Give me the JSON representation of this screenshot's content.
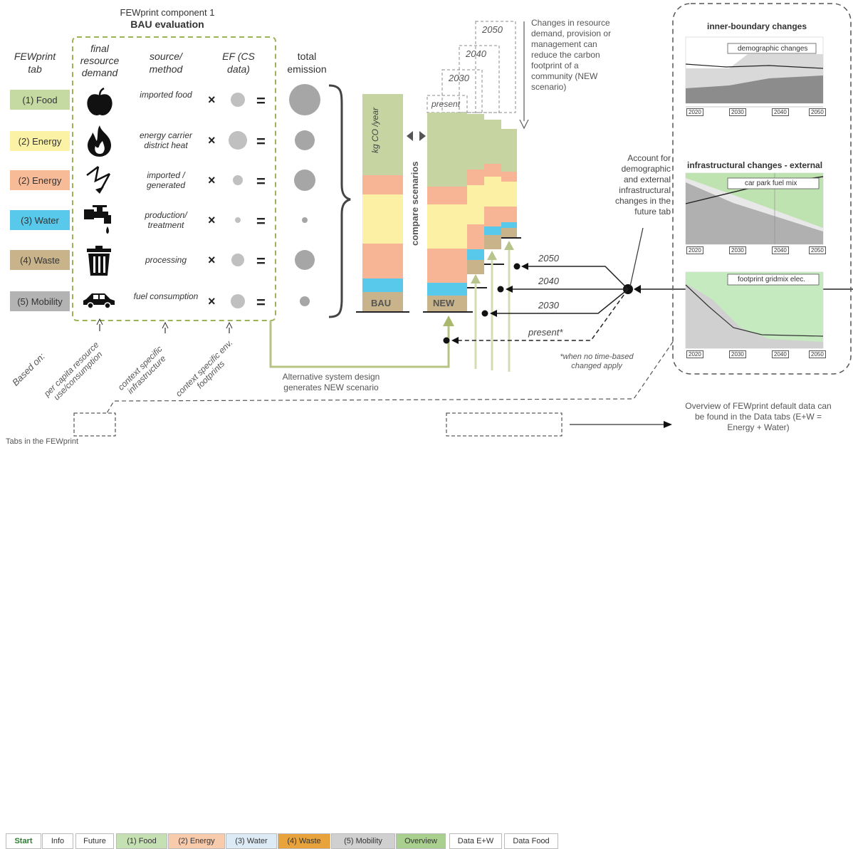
{
  "header": {
    "component": "FEWprint component 1",
    "bau": "BAU evaluation"
  },
  "columns": {
    "tab": "FEWprint tab",
    "demand": "final resource demand",
    "source": "source/ method",
    "ef": "EF (CS data)",
    "total": "total emission"
  },
  "rows": [
    {
      "tab": "(1) Food",
      "source": "imported food",
      "color": "#c5d9a3",
      "icon": "apple-icon"
    },
    {
      "tab": "(2) Energy",
      "source": "energy carrier district heat",
      "color": "#fbf2a6",
      "icon": "flame-icon"
    },
    {
      "tab": "(2) Energy",
      "source": "imported / generated",
      "color": "#f8bb98",
      "icon": "lightning-icon"
    },
    {
      "tab": "(3) Water",
      "source": "production/ treatment",
      "color": "#58c9ea",
      "icon": "faucet-icon"
    },
    {
      "tab": "(4) Waste",
      "source": "processing",
      "color": "#c9b38a",
      "icon": "trash-icon"
    },
    {
      "tab": "(5) Mobility",
      "source": "fuel consumption",
      "color": "#b3b3b3",
      "icon": "car-icon"
    }
  ],
  "operators": {
    "times": "×",
    "equals": "="
  },
  "based_on": {
    "label": "Based on:",
    "a": "per capita resource use/consumption",
    "b": "context specific infrastructure",
    "c": "context specific env. footprints"
  },
  "stack": {
    "ylabel": "kg CO /year",
    "compare": "compare scenarios",
    "bau": "BAU",
    "new": "NEW",
    "present": "present",
    "y2030": "2030",
    "y2040": "2040",
    "y2050": "2050",
    "present_star": "present*",
    "note": "*when no time-based changed apply"
  },
  "texts": {
    "changes": "Changes in resource demand, provision or management can reduce the carbon footprint of a community (NEW scenario)",
    "alt": "Alternative system design generates NEW scenario",
    "account": "Account for demographic and external infrastructural changes in the future tab",
    "overview": "Overview of FEWprint default data can be found in the Data tabs (E+W = Energy + Water)",
    "tabs_caption": "Tabs in the FEWprint"
  },
  "panel": {
    "title1": "inner-boundary changes",
    "title2": "infrastructural changes - external",
    "box1": "demographic changes",
    "box2": "car park fuel mix",
    "box3": "footprint gridmix elec.",
    "years": [
      "2020",
      "2030",
      "2040",
      "2050"
    ]
  },
  "bottom_tabs": [
    {
      "label": "Start",
      "bg": "#ffffff",
      "color": "#2e7d32"
    },
    {
      "label": "Info",
      "bg": "#ffffff",
      "color": "#333333"
    },
    {
      "label": "Future",
      "bg": "#ffffff",
      "color": "#333333"
    },
    {
      "label": "(1) Food",
      "bg": "#c5e0b3",
      "color": "#333333"
    },
    {
      "label": "(2) Energy",
      "bg": "#f8cbad",
      "color": "#333333"
    },
    {
      "label": "(3) Water",
      "bg": "#ddebf7",
      "color": "#333333"
    },
    {
      "label": "(4) Waste",
      "bg": "#e8a33d",
      "color": "#333333"
    },
    {
      "label": "(5) Mobility",
      "bg": "#d0d0d0",
      "color": "#333333"
    },
    {
      "label": "Overview",
      "bg": "#a9d08e",
      "color": "#333333"
    },
    {
      "label": "Data E+W",
      "bg": "#ffffff",
      "color": "#333333"
    },
    {
      "label": "Data Food",
      "bg": "#ffffff",
      "color": "#333333"
    }
  ]
}
